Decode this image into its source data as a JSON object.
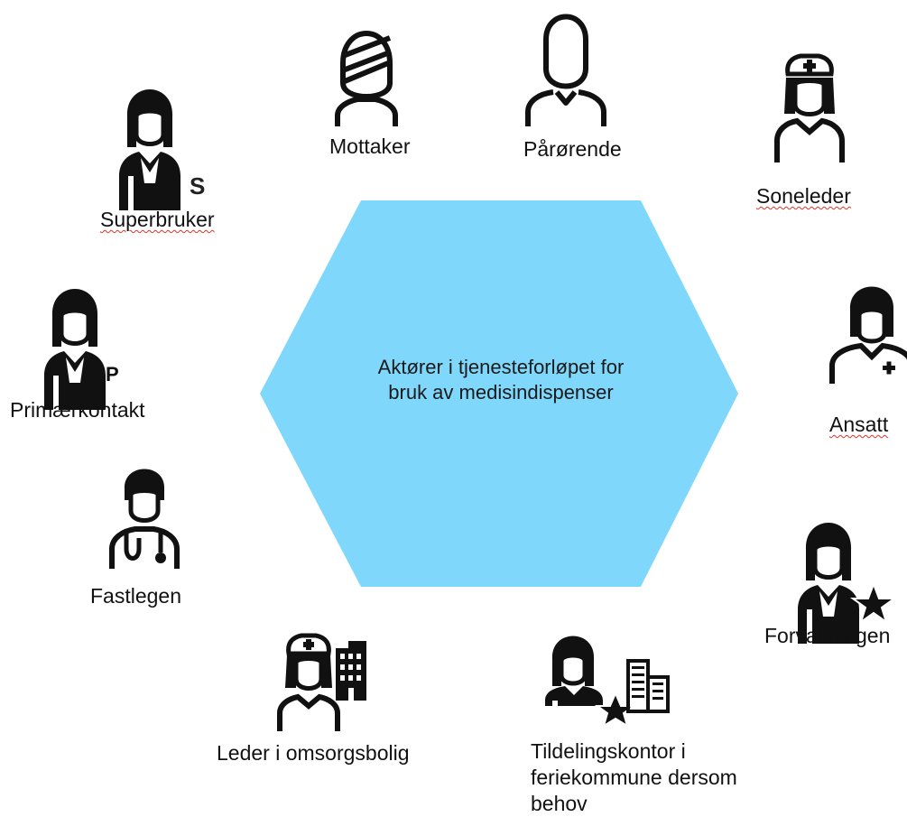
{
  "diagram": {
    "center_label": "Aktører i tjenesteforløpet  for\nbruk av medisindispenser",
    "hexagon_color": "#7fd8fc",
    "actors": {
      "mottaker": "Mottaker",
      "parorende": "Pårørende",
      "soneleder": "Soneleder",
      "superbruker": "Superbruker",
      "primaerkontakt": "Primærkontakt",
      "ansatt": "Ansatt",
      "fastlegen": "Fastlegen",
      "forvaltningen": "Forvaltningen",
      "leder": "Leder i omsorgsbolig",
      "tildelingskontor": "Tildelingskontor i\nferiekommune dersom\nbehov"
    },
    "badges": {
      "superbruker": "S",
      "primaerkontakt": "P"
    },
    "icons": {
      "mottaker": "bandaged-person-icon",
      "parorende": "relative-person-icon",
      "soneleder": "nurse-cap-person-icon",
      "superbruker": "person-with-s-badge-icon",
      "primaerkontakt": "person-with-p-badge-icon",
      "ansatt": "health-worker-icon",
      "fastlegen": "doctor-stethoscope-icon",
      "forvaltningen": "person-with-star-icon",
      "leder": "nurse-with-building-icon",
      "tildelingskontor": "person-star-building-icon"
    }
  }
}
